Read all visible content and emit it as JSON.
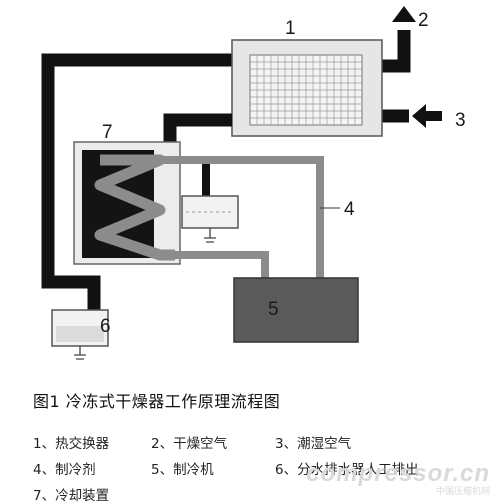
{
  "labels": {
    "heat_exchanger": "1",
    "dry_air_out": "2",
    "humid_air_in": "3",
    "refrigerant": "4",
    "refrigeration_unit": "5",
    "manual_drain": "6",
    "cooling_unit": "7"
  },
  "caption": "图1 冷冻式干燥器工作原理流程图",
  "legend": {
    "row1": [
      "1、热交换器",
      "2、干燥空气",
      "3、潮湿空气"
    ],
    "row2": [
      "4、制冷剂",
      "5、制冷机",
      "6、分水排水器人工排出"
    ],
    "row3": [
      "7、冷却装置"
    ]
  },
  "watermark": {
    "text": "compressor.cn",
    "sub": "中国压缩机网"
  }
}
